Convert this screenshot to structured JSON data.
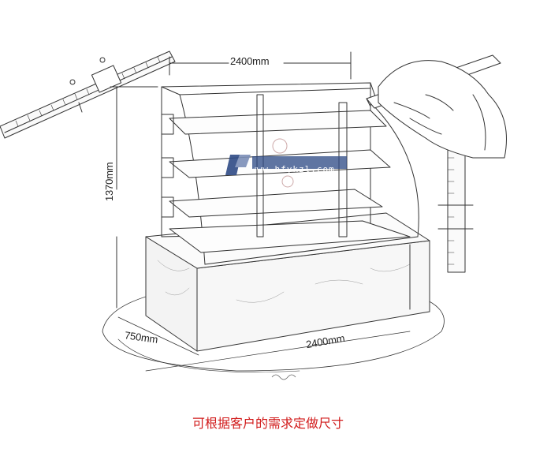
{
  "dimensions": {
    "top_width": "2400mm",
    "height": "1370mm",
    "depth": "750mm",
    "bottom_width": "2400mm"
  },
  "watermark": {
    "url": "www.hfykzl.com"
  },
  "caption": "可根据客户的需求定做尺寸",
  "colors": {
    "caption": "#d11a1a",
    "watermark": "#2f4b86",
    "line": "#333333"
  }
}
